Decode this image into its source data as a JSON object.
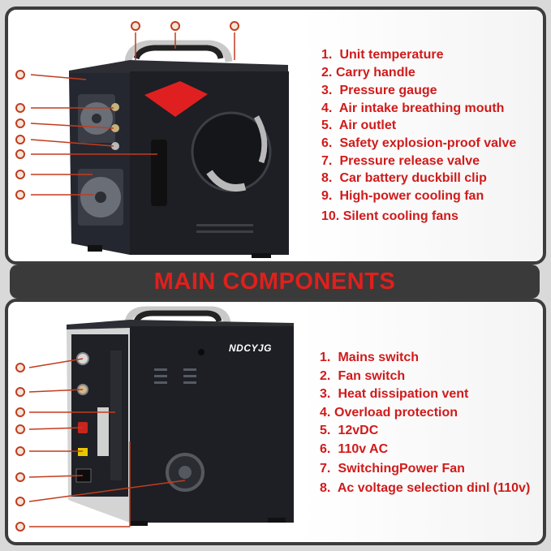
{
  "banner": {
    "title": "MAIN COMPONENTS"
  },
  "top_legend": [
    {
      "num": "1.",
      "label": "Unit temperature"
    },
    {
      "num": "2.",
      "label": "Carry handle"
    },
    {
      "num": "3.",
      "label": "Pressure gauge"
    },
    {
      "num": "4.",
      "label": "Air intake breathing mouth"
    },
    {
      "num": "5.",
      "label": "Air outlet"
    },
    {
      "num": "6.",
      "label": "Safety explosion-proof valve"
    },
    {
      "num": "7.",
      "label": "Pressure release valve"
    },
    {
      "num": "8.",
      "label": "Car battery duckbill clip"
    },
    {
      "num": "9.",
      "label": "High-power cooling fan"
    },
    {
      "num": "10.",
      "label": "Silent cooling fans"
    }
  ],
  "bottom_legend": [
    {
      "num": "1.",
      "label": "Mains switch"
    },
    {
      "num": "2.",
      "label": "Fan switch"
    },
    {
      "num": "3.",
      "label": "Heat dissipation vent"
    },
    {
      "num": "4.",
      "label": "Overload protection"
    },
    {
      "num": "5.",
      "label": "12vDC"
    },
    {
      "num": "6.",
      "label": "110v AC"
    },
    {
      "num": "7.",
      "label": "SwitchingPower Fan"
    },
    {
      "num": "8.",
      "label": "Ac voltage selection dinl (110v)"
    }
  ],
  "brand_logo": "NDCYJG",
  "colors": {
    "accent": "#d11a1a",
    "banner_bg": "#3a3a3a",
    "device": "#1c1e24"
  }
}
